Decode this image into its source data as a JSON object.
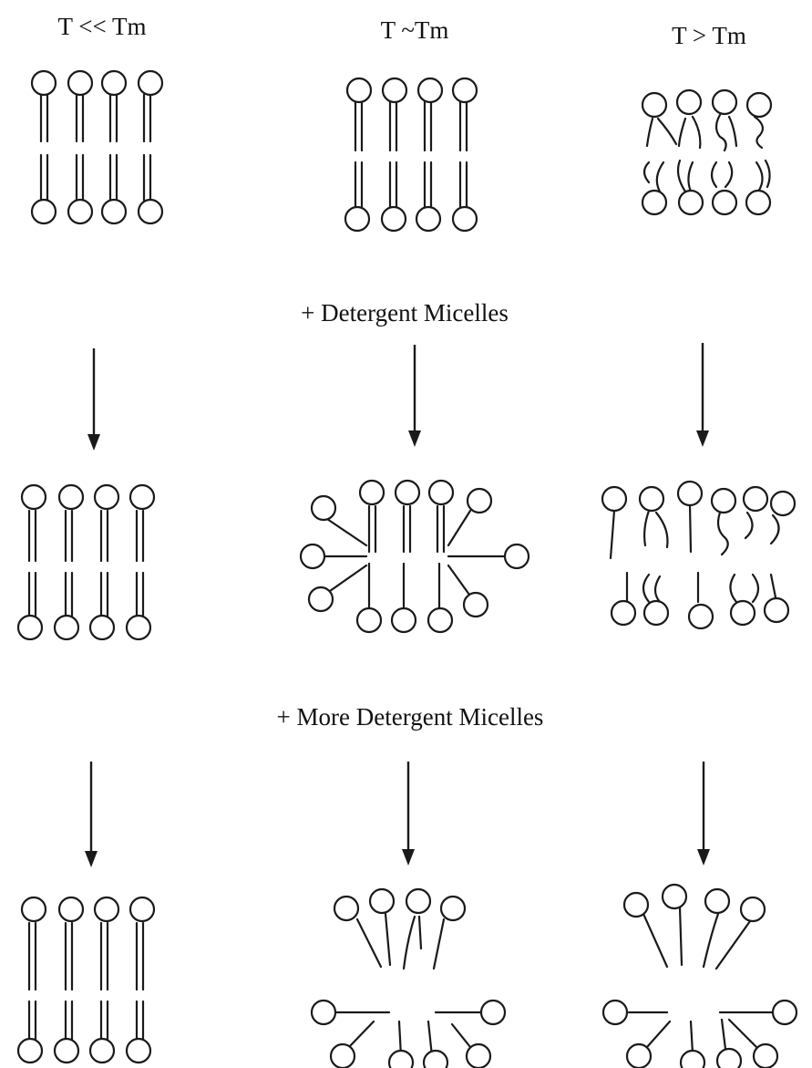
{
  "columns": [
    {
      "header": "T << Tm"
    },
    {
      "header": "T ~Tm"
    },
    {
      "header": "T > Tm"
    }
  ],
  "steps": [
    {
      "label": "+ Detergent Micelles"
    },
    {
      "label": "+ More Detergent Micelles"
    }
  ]
}
